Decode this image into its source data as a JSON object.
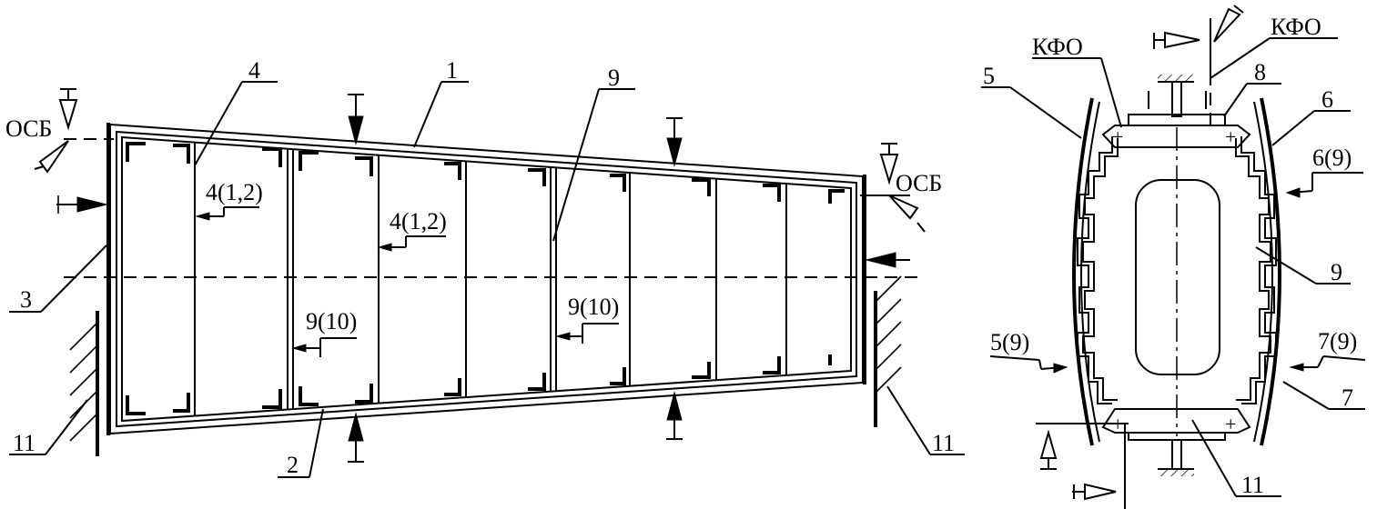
{
  "left_view": {
    "labels": {
      "skin_upper": "1",
      "skin_lower": "2",
      "end_rib": "3",
      "rib": "4",
      "spar": "9",
      "base_fixture": "11",
      "base_fixture_right": "11",
      "ref_left": "ОСБ",
      "ref_right": "ОСБ",
      "weld_rib_a": "4(1,2)",
      "weld_rib_b": "4(1,2)",
      "weld_spar_a": "9(10)",
      "weld_spar_b": "9(10)"
    }
  },
  "right_view": {
    "labels": {
      "ref_kfo_left": "КФО",
      "ref_kfo_right": "КФО",
      "panel_left": "5",
      "panel_right": "6",
      "panel_right_lower": "7",
      "cap_top": "8",
      "core": "9",
      "base_bottom": "11",
      "weld_a": "6(9)",
      "weld_b": "5(9)",
      "weld_c": "7(9)"
    }
  }
}
